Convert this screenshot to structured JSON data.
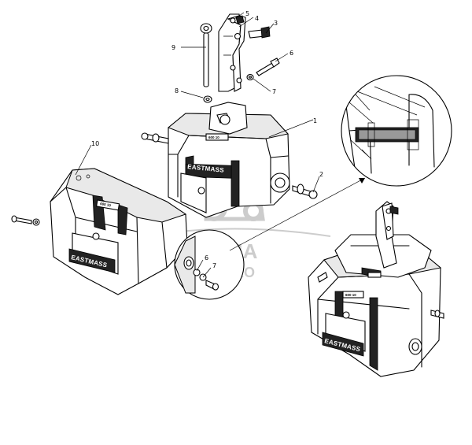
{
  "callouts": {
    "c1": "1",
    "c2": "2",
    "c3": "3",
    "c4": "4",
    "c5": "5",
    "c6": "6",
    "c7": "7",
    "c8": "8",
    "c9": "9",
    "c10": "10",
    "c6_detail": "6",
    "c7_detail": "7"
  },
  "brand": {
    "front_weight": "EASTMASS",
    "main_weight": "EASTMASS",
    "assembled_weight": "EASTMASS",
    "plate_front": "600 10",
    "plate_main": "600 10",
    "plate_assembled": "600 10"
  },
  "watermark": {
    "line1": "VEGMA",
    "line2": "AGRO",
    "color": "#c4c4c4"
  },
  "colors": {
    "line": "#000000",
    "shade": "#e9e9e9",
    "background": "#ffffff"
  }
}
